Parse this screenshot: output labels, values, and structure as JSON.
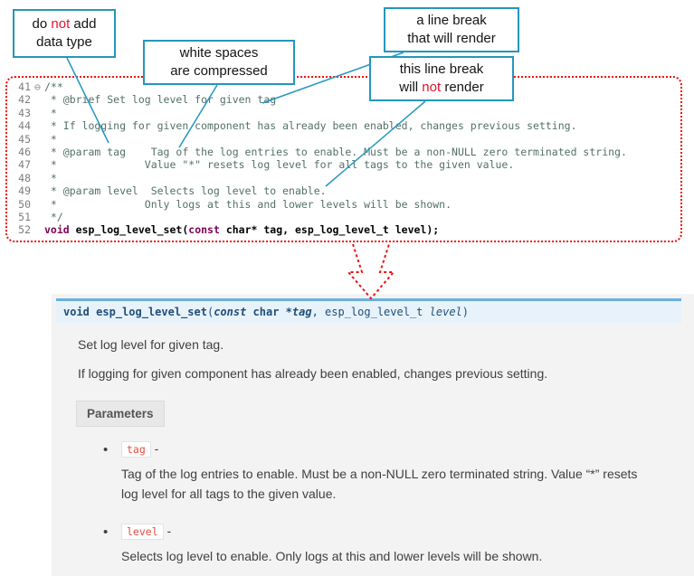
{
  "colors": {
    "callout_border": "#2596be",
    "annotation_red": "#e8112d",
    "code_border_red": "#ee1111",
    "signature_bar_bg": "#e7f2fa",
    "signature_bar_border": "#6ab0de",
    "param_literal_red": "#e74c3c"
  },
  "callouts": {
    "c1": {
      "pre": "do ",
      "em": "not",
      "post": " add",
      "line2": "data type"
    },
    "c2": {
      "line1": "white spaces",
      "line2": "are compressed"
    },
    "c3": {
      "line1": "a line break",
      "line2": "that will render"
    },
    "c4": {
      "line1": "this line break",
      "pre": "will ",
      "em": "not",
      "post": " render"
    }
  },
  "code": {
    "lines": [
      {
        "num": "41",
        "fold": "⊖",
        "text": "/**"
      },
      {
        "num": "42",
        "fold": "",
        "text": " * @brief Set log level for given tag"
      },
      {
        "num": "43",
        "fold": "",
        "text": " *"
      },
      {
        "num": "44",
        "fold": "",
        "text": " * If logging for given component has already been enabled, changes previous setting."
      },
      {
        "num": "45",
        "fold": "",
        "text": " *"
      },
      {
        "num": "46",
        "fold": "",
        "text": " * @param tag    Tag of the log entries to enable. Must be a non-NULL zero terminated string."
      },
      {
        "num": "47",
        "fold": "",
        "text": " *              Value \"*\" resets log level for all tags to the given value."
      },
      {
        "num": "48",
        "fold": "",
        "text": " *"
      },
      {
        "num": "49",
        "fold": "",
        "text": " * @param level  Selects log level to enable."
      },
      {
        "num": "50",
        "fold": "",
        "text": " *              Only logs at this and lower levels will be shown."
      },
      {
        "num": "51",
        "fold": "",
        "text": " */"
      }
    ],
    "decl": {
      "num": "52",
      "kw_void": "void",
      "mid": " esp_log_level_set(",
      "kw_const": "const",
      "rest": " char* tag, esp_log_level_t level);"
    }
  },
  "docs": {
    "signature": {
      "ret": "void",
      "name": " esp_log_level_set",
      "open": "(",
      "const_kw": "const",
      "char_type": " char *",
      "arg1": "tag",
      "comma": ", ",
      "type2": "esp_log_level_t",
      "sp": " ",
      "arg2": "level",
      "close": ")"
    },
    "p1": "Set log level for given tag.",
    "p2": "If logging for given component has already been enabled, changes previous setting.",
    "parameters_label": "Parameters",
    "bullet": "•",
    "params": [
      {
        "name": "tag",
        "dash": " -",
        "desc": "Tag of the log entries to enable. Must be a non-NULL zero terminated string. Value “*” resets log level for all tags to the given value."
      },
      {
        "name": "level",
        "dash": " -",
        "desc": "Selects log level to enable. Only logs at this and lower levels will be shown."
      }
    ]
  }
}
